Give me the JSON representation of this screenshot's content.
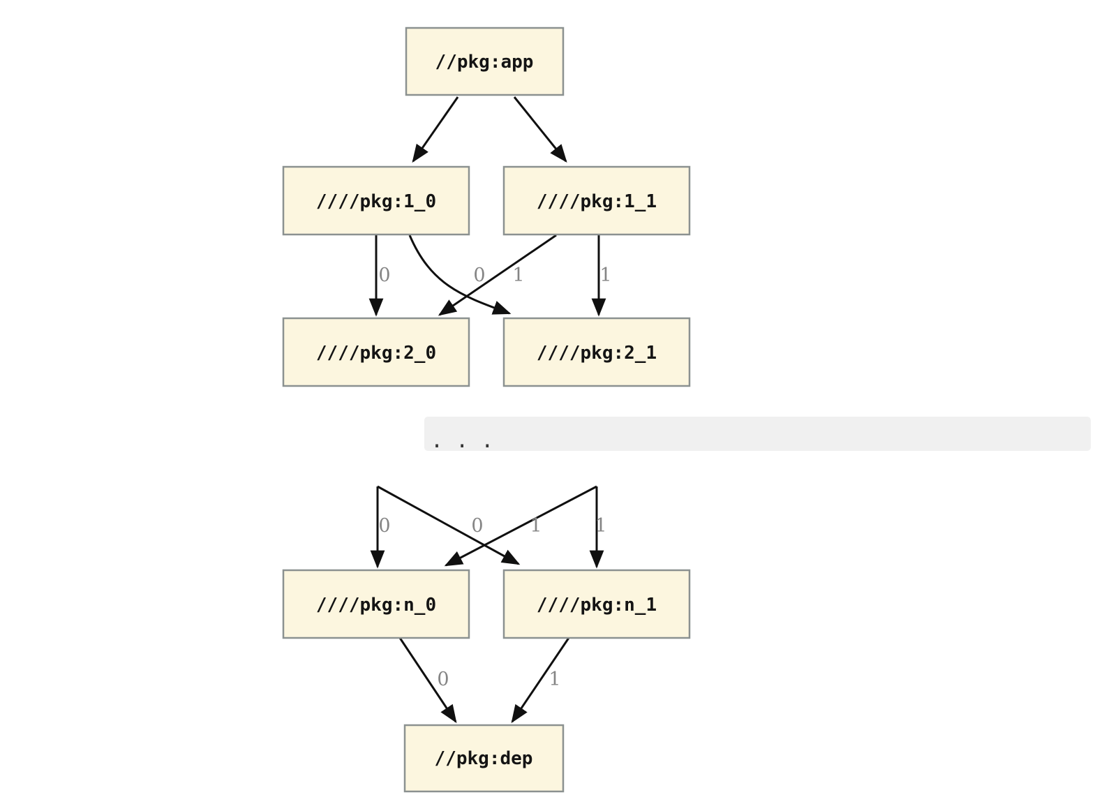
{
  "graph": {
    "nodes": [
      {
        "id": "app",
        "label": "//pkg:app"
      },
      {
        "id": "1_0",
        "label": "////pkg:1_0"
      },
      {
        "id": "1_1",
        "label": "////pkg:1_1"
      },
      {
        "id": "2_0",
        "label": "////pkg:2_0"
      },
      {
        "id": "2_1",
        "label": "////pkg:2_1"
      },
      {
        "id": "n_0",
        "label": "////pkg:n_0"
      },
      {
        "id": "n_1",
        "label": "////pkg:n_1"
      },
      {
        "id": "dep",
        "label": "//pkg:dep"
      }
    ],
    "edges": [
      {
        "from": "//pkg:app",
        "to": "////pkg:1_0",
        "label": ""
      },
      {
        "from": "//pkg:app",
        "to": "////pkg:1_1",
        "label": ""
      },
      {
        "from": "////pkg:1_0",
        "to": "////pkg:2_0",
        "label": "0"
      },
      {
        "from": "////pkg:1_0",
        "to": "////pkg:2_1",
        "label": "1"
      },
      {
        "from": "////pkg:1_1",
        "to": "////pkg:2_0",
        "label": "0"
      },
      {
        "from": "////pkg:1_1",
        "to": "////pkg:2_1",
        "label": "1"
      },
      {
        "from": "…",
        "to": "////pkg:n_0",
        "label": "0"
      },
      {
        "from": "…",
        "to": "////pkg:n_1",
        "label": "1"
      },
      {
        "from": "…",
        "to": "////pkg:n_0",
        "label": "0"
      },
      {
        "from": "…",
        "to": "////pkg:n_1",
        "label": "1"
      },
      {
        "from": "////pkg:n_0",
        "to": "//pkg:dep",
        "label": "0"
      },
      {
        "from": "////pkg:n_1",
        "to": "//pkg:dep",
        "label": "1"
      }
    ],
    "ellipsis": {
      "text": ". . ."
    },
    "colors": {
      "node_fill": "#fcf6df",
      "node_border": "#8b9190",
      "edge": "#101010",
      "edge_label": "#858585",
      "ellipsis_band": "#f0f0f0",
      "background": "#ffffff"
    }
  }
}
